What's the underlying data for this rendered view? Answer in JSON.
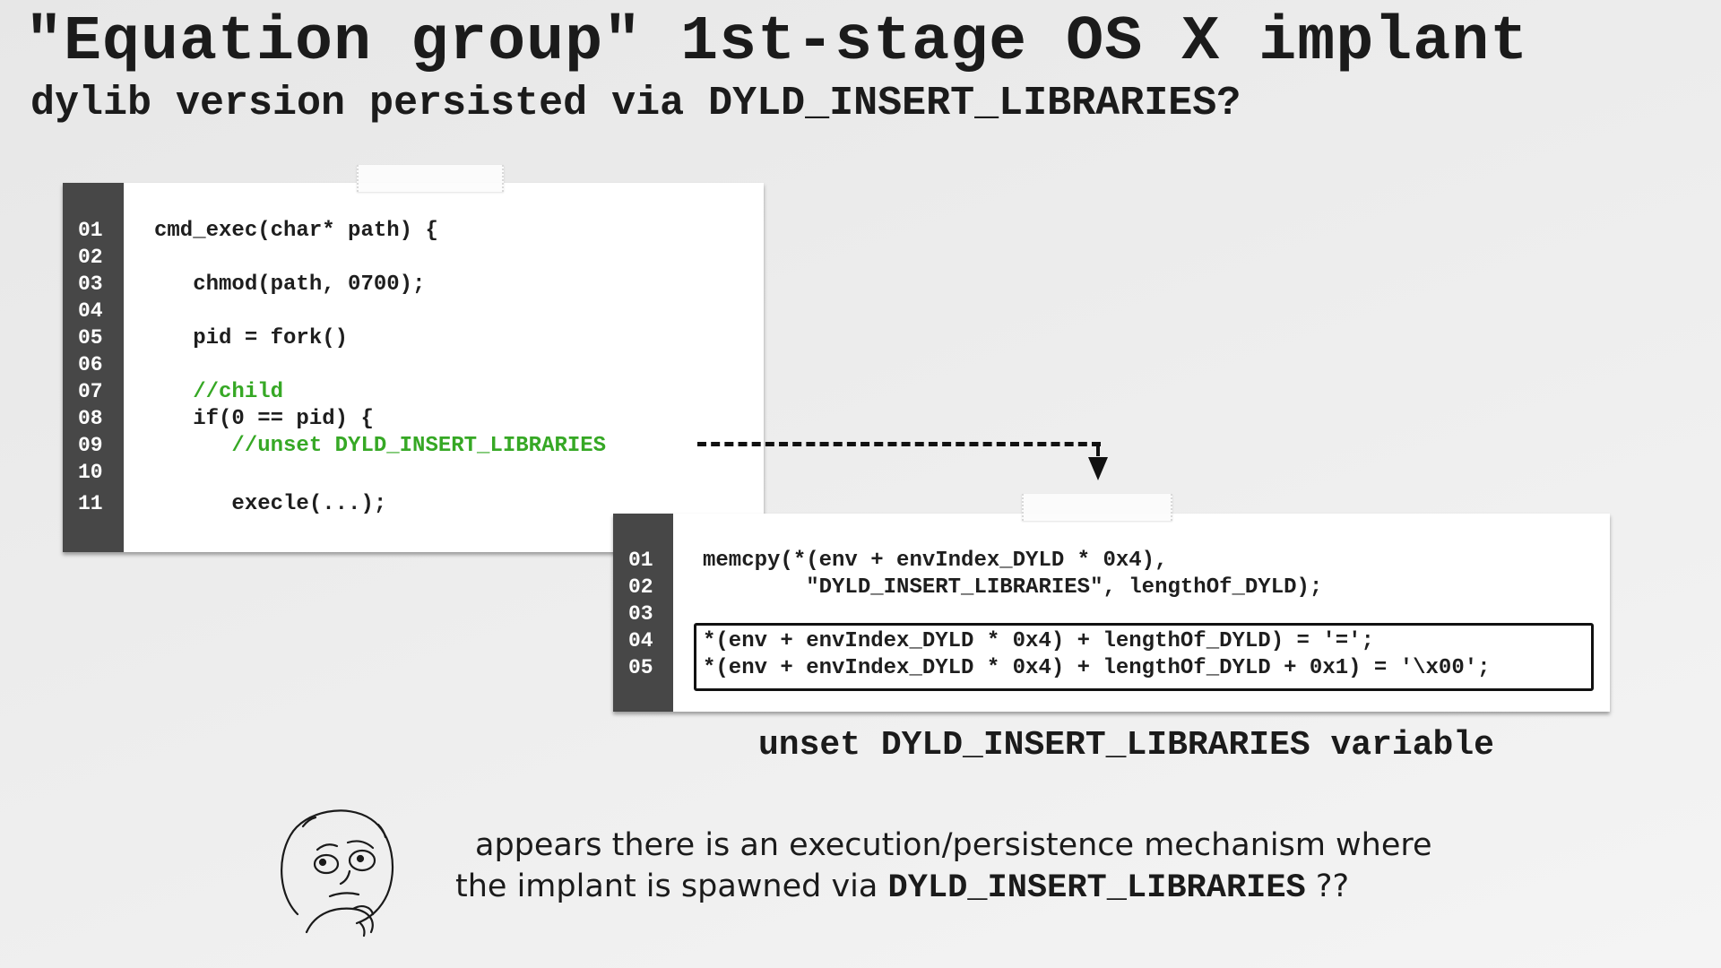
{
  "slide": {
    "title": "\"Equation group\" 1st-stage OS X implant",
    "subtitle": "dylib version persisted via DYLD_INSERT_LIBRARIES?"
  },
  "code_panel_1": {
    "lines": [
      {
        "num": "01",
        "text": "cmd_exec(char* path) {",
        "kind": "code"
      },
      {
        "num": "02",
        "text": "",
        "kind": "code"
      },
      {
        "num": "03",
        "text": "   chmod(path, 0700);",
        "kind": "code"
      },
      {
        "num": "04",
        "text": "",
        "kind": "code"
      },
      {
        "num": "05",
        "text": "   pid = fork()",
        "kind": "code"
      },
      {
        "num": "06",
        "text": "",
        "kind": "code"
      },
      {
        "num": "07",
        "text": "   //child",
        "kind": "comment"
      },
      {
        "num": "08",
        "text": "   if(0 == pid) {",
        "kind": "code"
      },
      {
        "num": "09",
        "text": "      //unset DYLD_INSERT_LIBRARIES",
        "kind": "comment"
      },
      {
        "num": "10",
        "text": "",
        "kind": "code"
      },
      {
        "num": "11",
        "text": "      execle(...);",
        "kind": "code"
      }
    ]
  },
  "code_panel_2": {
    "lines": [
      {
        "num": "01",
        "text": "memcpy(*(env + envIndex_DYLD * 0x4),"
      },
      {
        "num": "02",
        "text": "        \"DYLD_INSERT_LIBRARIES\", lengthOf_DYLD);"
      },
      {
        "num": "03",
        "text": ""
      },
      {
        "num": "04",
        "text": "*(env + envIndex_DYLD * 0x4) + lengthOf_DYLD) = '=';"
      },
      {
        "num": "05",
        "text": "*(env + envIndex_DYLD * 0x4) + lengthOf_DYLD + 0x1) = '\\x00';"
      }
    ]
  },
  "caption": "unset DYLD_INSERT_LIBRARIES variable",
  "note": {
    "line1": "appears there is an execution/persistence mechanism where",
    "line2_prefix": "the implant is spawned via ",
    "line2_mono": "DYLD_INSERT_LIBRARIES",
    "line2_suffix": " ??"
  },
  "colors": {
    "gutter": "#474747",
    "comment": "#36a825",
    "background": "#ececec"
  },
  "icons": {
    "face": "thinking-face-icon",
    "arrow": "dashed-arrow-icon"
  }
}
